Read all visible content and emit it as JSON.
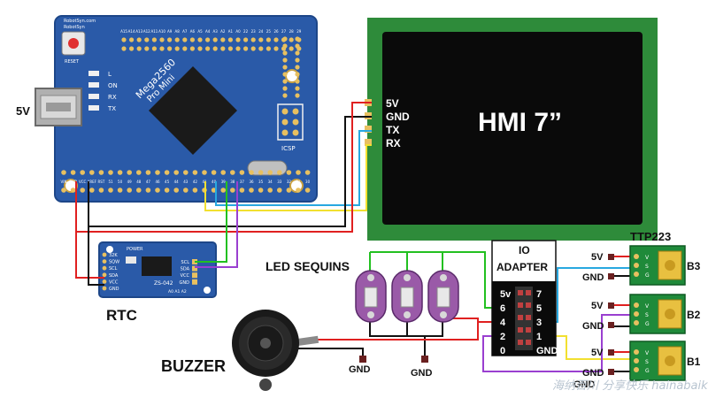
{
  "board": {
    "brand_line1": "RobotSyn",
    "brand_line2": "RobotSyn.com",
    "model_line1": "Mega2560",
    "model_line2": "Pro Mini",
    "reset_label": "RESET",
    "led_labels": [
      "L",
      "ON",
      "RX",
      "TX"
    ],
    "icsp_label": "ICSP",
    "usb_power_label": "5V",
    "bottom_pins": [
      "VIN",
      "GND",
      "VCC",
      "AREF",
      "RST",
      "51",
      "50",
      "49",
      "48",
      "47",
      "46",
      "45",
      "44",
      "43",
      "42",
      "41",
      "40",
      "39",
      "38",
      "37",
      "36",
      "35",
      "34",
      "33",
      "32",
      "31",
      "30"
    ],
    "top_pins": [
      "A15",
      "A14",
      "A13",
      "A12",
      "A11",
      "A10",
      "A9",
      "A8",
      "A7",
      "A6",
      "A5",
      "A4",
      "A3",
      "A2",
      "A1",
      "A0",
      "22",
      "23",
      "24",
      "25",
      "26",
      "27",
      "28",
      "29"
    ]
  },
  "hmi": {
    "title": "HMI 7”",
    "pins": [
      "5V",
      "GND",
      "TX",
      "RX"
    ]
  },
  "rtc": {
    "label": "RTC",
    "power_label": "POWER",
    "left_pins": [
      "32K",
      "SQW",
      "SCL",
      "SDA",
      "VCC",
      "GND"
    ],
    "right_pins": [
      "SCL",
      "SDA",
      "VCC",
      "GND"
    ],
    "chip_label": "ZS-042",
    "addr_label": "A0 A1 A2"
  },
  "led_sequins": {
    "label": "LED SEQUINS"
  },
  "io_adapter": {
    "title_line1": "IO",
    "title_line2": "ADAPTER",
    "left_pins": [
      "5v",
      "6",
      "4",
      "2",
      "0"
    ],
    "right_pins": [
      "7",
      "5",
      "3",
      "1",
      "GND"
    ]
  },
  "buzzer": {
    "label": "BUZZER"
  },
  "ttp223": {
    "label": "TTP223",
    "buttons": [
      {
        "name": "B3",
        "vcc": "5V",
        "gnd": "GND"
      },
      {
        "name": "B2",
        "vcc": "5V",
        "gnd": "GND"
      },
      {
        "name": "B1",
        "vcc": "5V",
        "gnd": "GND"
      }
    ],
    "chip_letters": [
      "V",
      "S",
      "G"
    ]
  },
  "gnd_labels": [
    "GND",
    "GND",
    "GND"
  ],
  "watermark": "海纳百川 分享快乐 hainabaike.com",
  "colors": {
    "board_blue": "#2a5aa8",
    "hmi_green": "#2e8b3a",
    "wire_red": "#e02020",
    "wire_black": "#111111",
    "wire_blue": "#28a8e0",
    "wire_yellow": "#f2e030",
    "wire_purple": "#9a3fd0",
    "wire_green": "#22c020",
    "sequin_purple": "#9a5aa8",
    "ttp_green": "#1f8a3a"
  }
}
